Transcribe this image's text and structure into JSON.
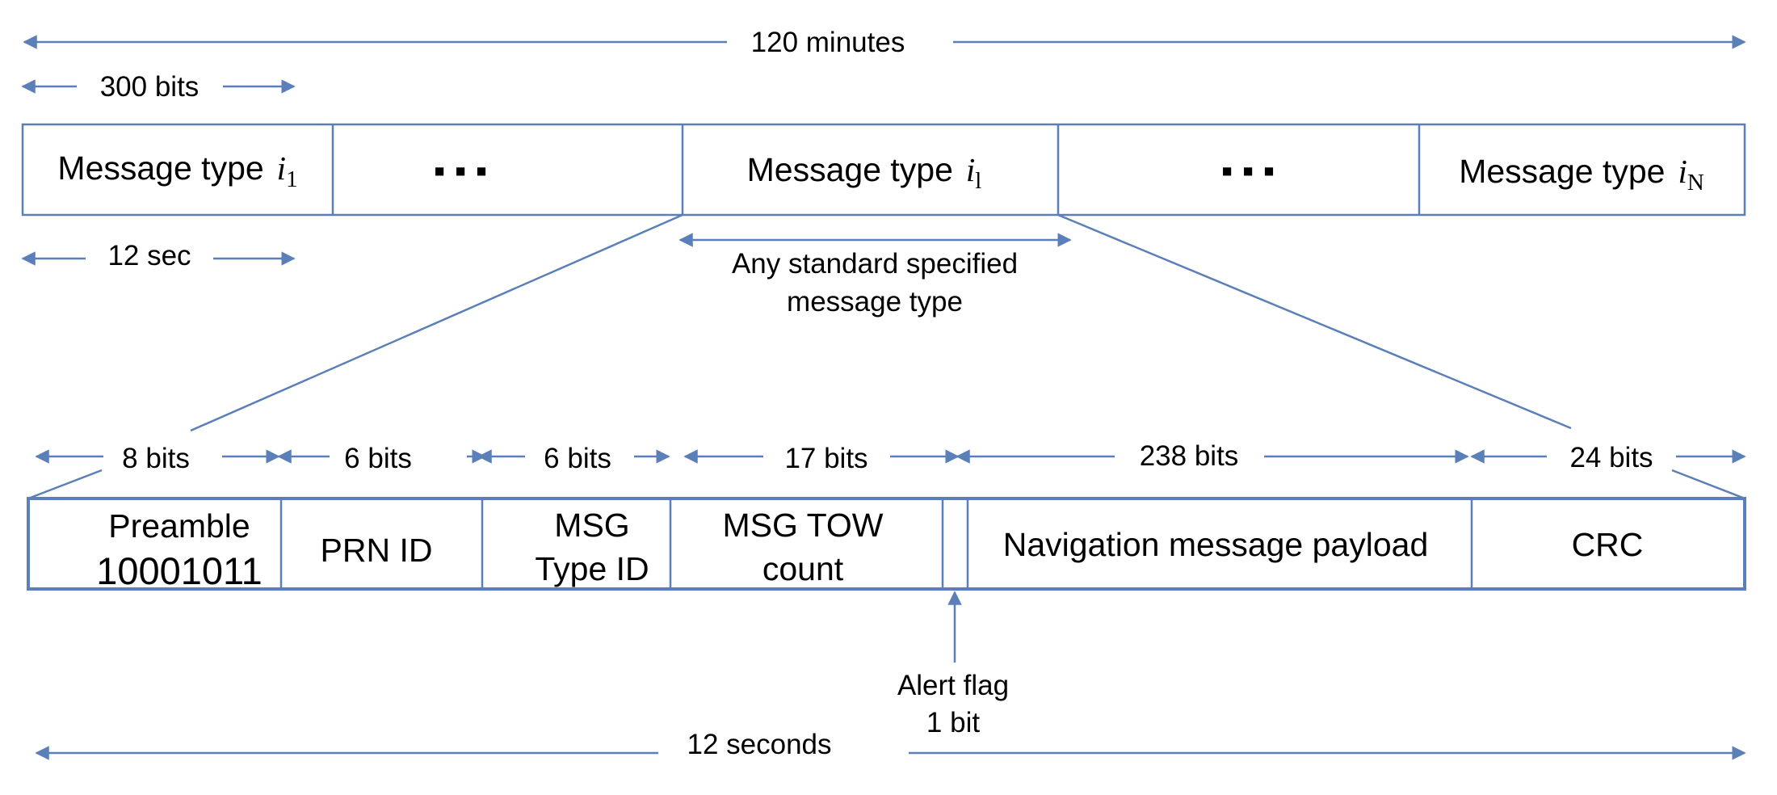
{
  "colors": {
    "line": "#5b7fb8",
    "text": "#000000",
    "background": "#ffffff"
  },
  "top": {
    "total_duration": "120 minutes",
    "message_bits": "300 bits",
    "message_time": "12 sec",
    "cells": {
      "first": {
        "label": "Message type",
        "var": "i",
        "sub": "1"
      },
      "ellipsis": "▪ ▪ ▪",
      "middle": {
        "label": "Message type",
        "var": "i",
        "sub": "l"
      },
      "last": {
        "label": "Message type",
        "var": "i",
        "sub": "N"
      }
    },
    "middle_note": [
      "Any standard specified",
      "message type"
    ]
  },
  "bottom": {
    "field_bits": {
      "preamble": "8 bits",
      "prn": "6 bits",
      "msg_type": "6 bits",
      "tow": "17 bits",
      "payload": "238 bits",
      "crc": "24 bits"
    },
    "fields": {
      "preamble": [
        "Preamble",
        "10001011"
      ],
      "prn": "PRN ID",
      "msg_type": [
        "MSG",
        "Type ID"
      ],
      "tow": [
        "MSG TOW",
        "count"
      ],
      "payload": "Navigation message payload",
      "crc": "CRC"
    },
    "alert": [
      "Alert flag",
      "1 bit"
    ],
    "total_duration": "12 seconds"
  }
}
